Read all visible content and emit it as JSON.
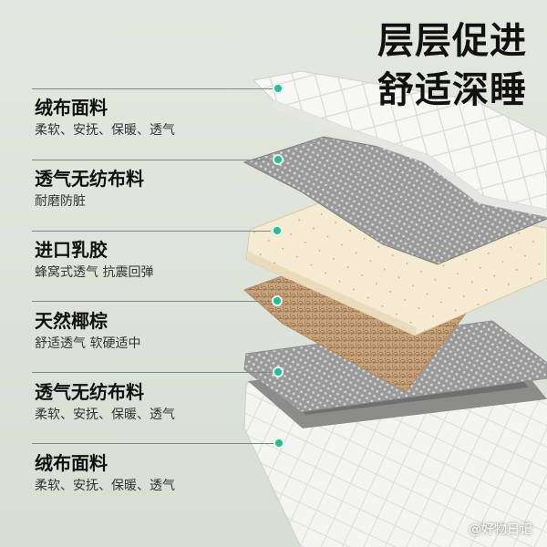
{
  "headline": {
    "line1": "层层促进",
    "line2": "舒适深睡"
  },
  "layers": [
    {
      "title": "绒布面料",
      "desc": "柔软、安抚、保暖、透气"
    },
    {
      "title": "透气无纺布料",
      "desc": "耐磨防脏"
    },
    {
      "title": "进口乳胶",
      "desc": "蜂窝式透气 抗震回弹"
    },
    {
      "title": "天然椰棕",
      "desc": "舒适透气 软硬适中"
    },
    {
      "title": "透气无纺布料",
      "desc": "柔软、安抚、保暖、透气"
    },
    {
      "title": "绒布面料",
      "desc": "柔软、安抚、保暖、透气"
    }
  ],
  "watermark": "@好物日记",
  "colors": {
    "accent_dot": "#2fb893",
    "background": "#e0e5dc",
    "text": "#111111"
  }
}
